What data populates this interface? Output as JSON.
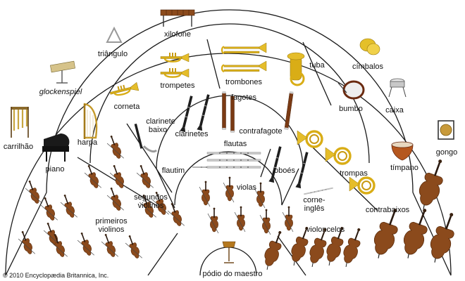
{
  "sections": {
    "primeiros_violinos": [
      "primeiros",
      "violinos"
    ],
    "segundos_violinos": [
      "segundos",
      "violinos"
    ],
    "violas": "violas",
    "violoncelos": "violoncelos",
    "contrabaixos": "contrabaixos",
    "flautim": "flautim",
    "flautas": "flautas",
    "oboes": "oboés",
    "corne_ingles": [
      "corne-",
      "inglês"
    ],
    "clarinete_baixo": [
      "clarinete",
      "baixo"
    ],
    "clarinetes": "clarinetes",
    "fagotes": "fagotes",
    "contrafagote": "contrafagote",
    "trompas": "trompas",
    "corneta": "corneta",
    "trompetes": "trompetes",
    "trombones": "trombones",
    "tuba": "tuba"
  },
  "percussion": {
    "xilofone": "xilofone",
    "triangulo": "triângulo",
    "glockenspiel": "glockenspiel",
    "carrilhao": "carrilhão",
    "harpa": "harpa",
    "piano": "piano",
    "cimbalos": "címbalos",
    "bumbo": "bumbo",
    "caixa": "caixa",
    "gongo": "gongo",
    "timpano": "tímpano"
  },
  "podium": "pódio do maestro",
  "copyright": "© 2010 Encyclopædia Britannica, Inc.",
  "colors": {
    "wood": "#8b4a1c",
    "brass": "#d9ad16",
    "black": "#1e1e1e",
    "silver": "#b8b8b8",
    "lines": "#1a1a1a"
  }
}
